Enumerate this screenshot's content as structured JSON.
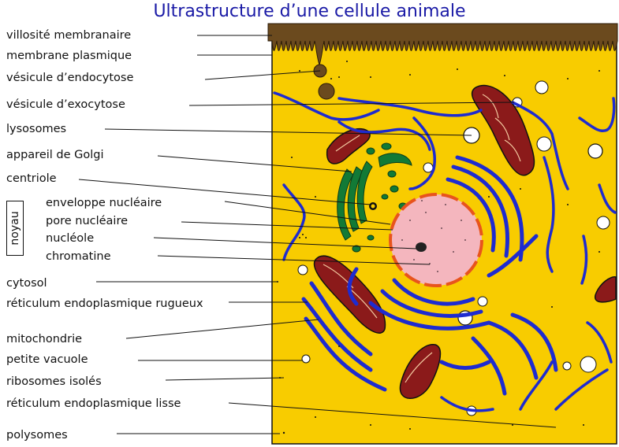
{
  "title": "Ultrastructure d’une cellule animale",
  "labels": {
    "villosite": "villosité membranaire",
    "membrane": "membrane plasmique",
    "endocytose": "vésicule d’endocytose",
    "exocytose": "vésicule d’exocytose",
    "lysosomes": "lysosomes",
    "golgi": "appareil de Golgi",
    "centriole": "centriole",
    "enveloppe": "enveloppe nucléaire",
    "pore": "pore nucléaire",
    "nucleole": "nucléole",
    "chromatine": "chromatine",
    "cytosol": "cytosol",
    "rer": "réticulum endoplasmique rugueux",
    "mitochondrie": "mitochondrie",
    "vacuole": "petite vacuole",
    "ribosomes": "ribosomes isolés",
    "rel": "réticulum endoplasmique lisse",
    "polysomes": "polysomes"
  },
  "noyau": "noyau",
  "colors": {
    "title": "#1a1aa6",
    "cytoplasm": "#f8cc00",
    "membrane": "#6b4a1e",
    "nucleus": "#f4b6be",
    "nuclear_envelope": "#e8541c",
    "golgi": "#127a36",
    "reticulum": "#1e2bd0",
    "mitochondria": "#8b1a1a"
  }
}
